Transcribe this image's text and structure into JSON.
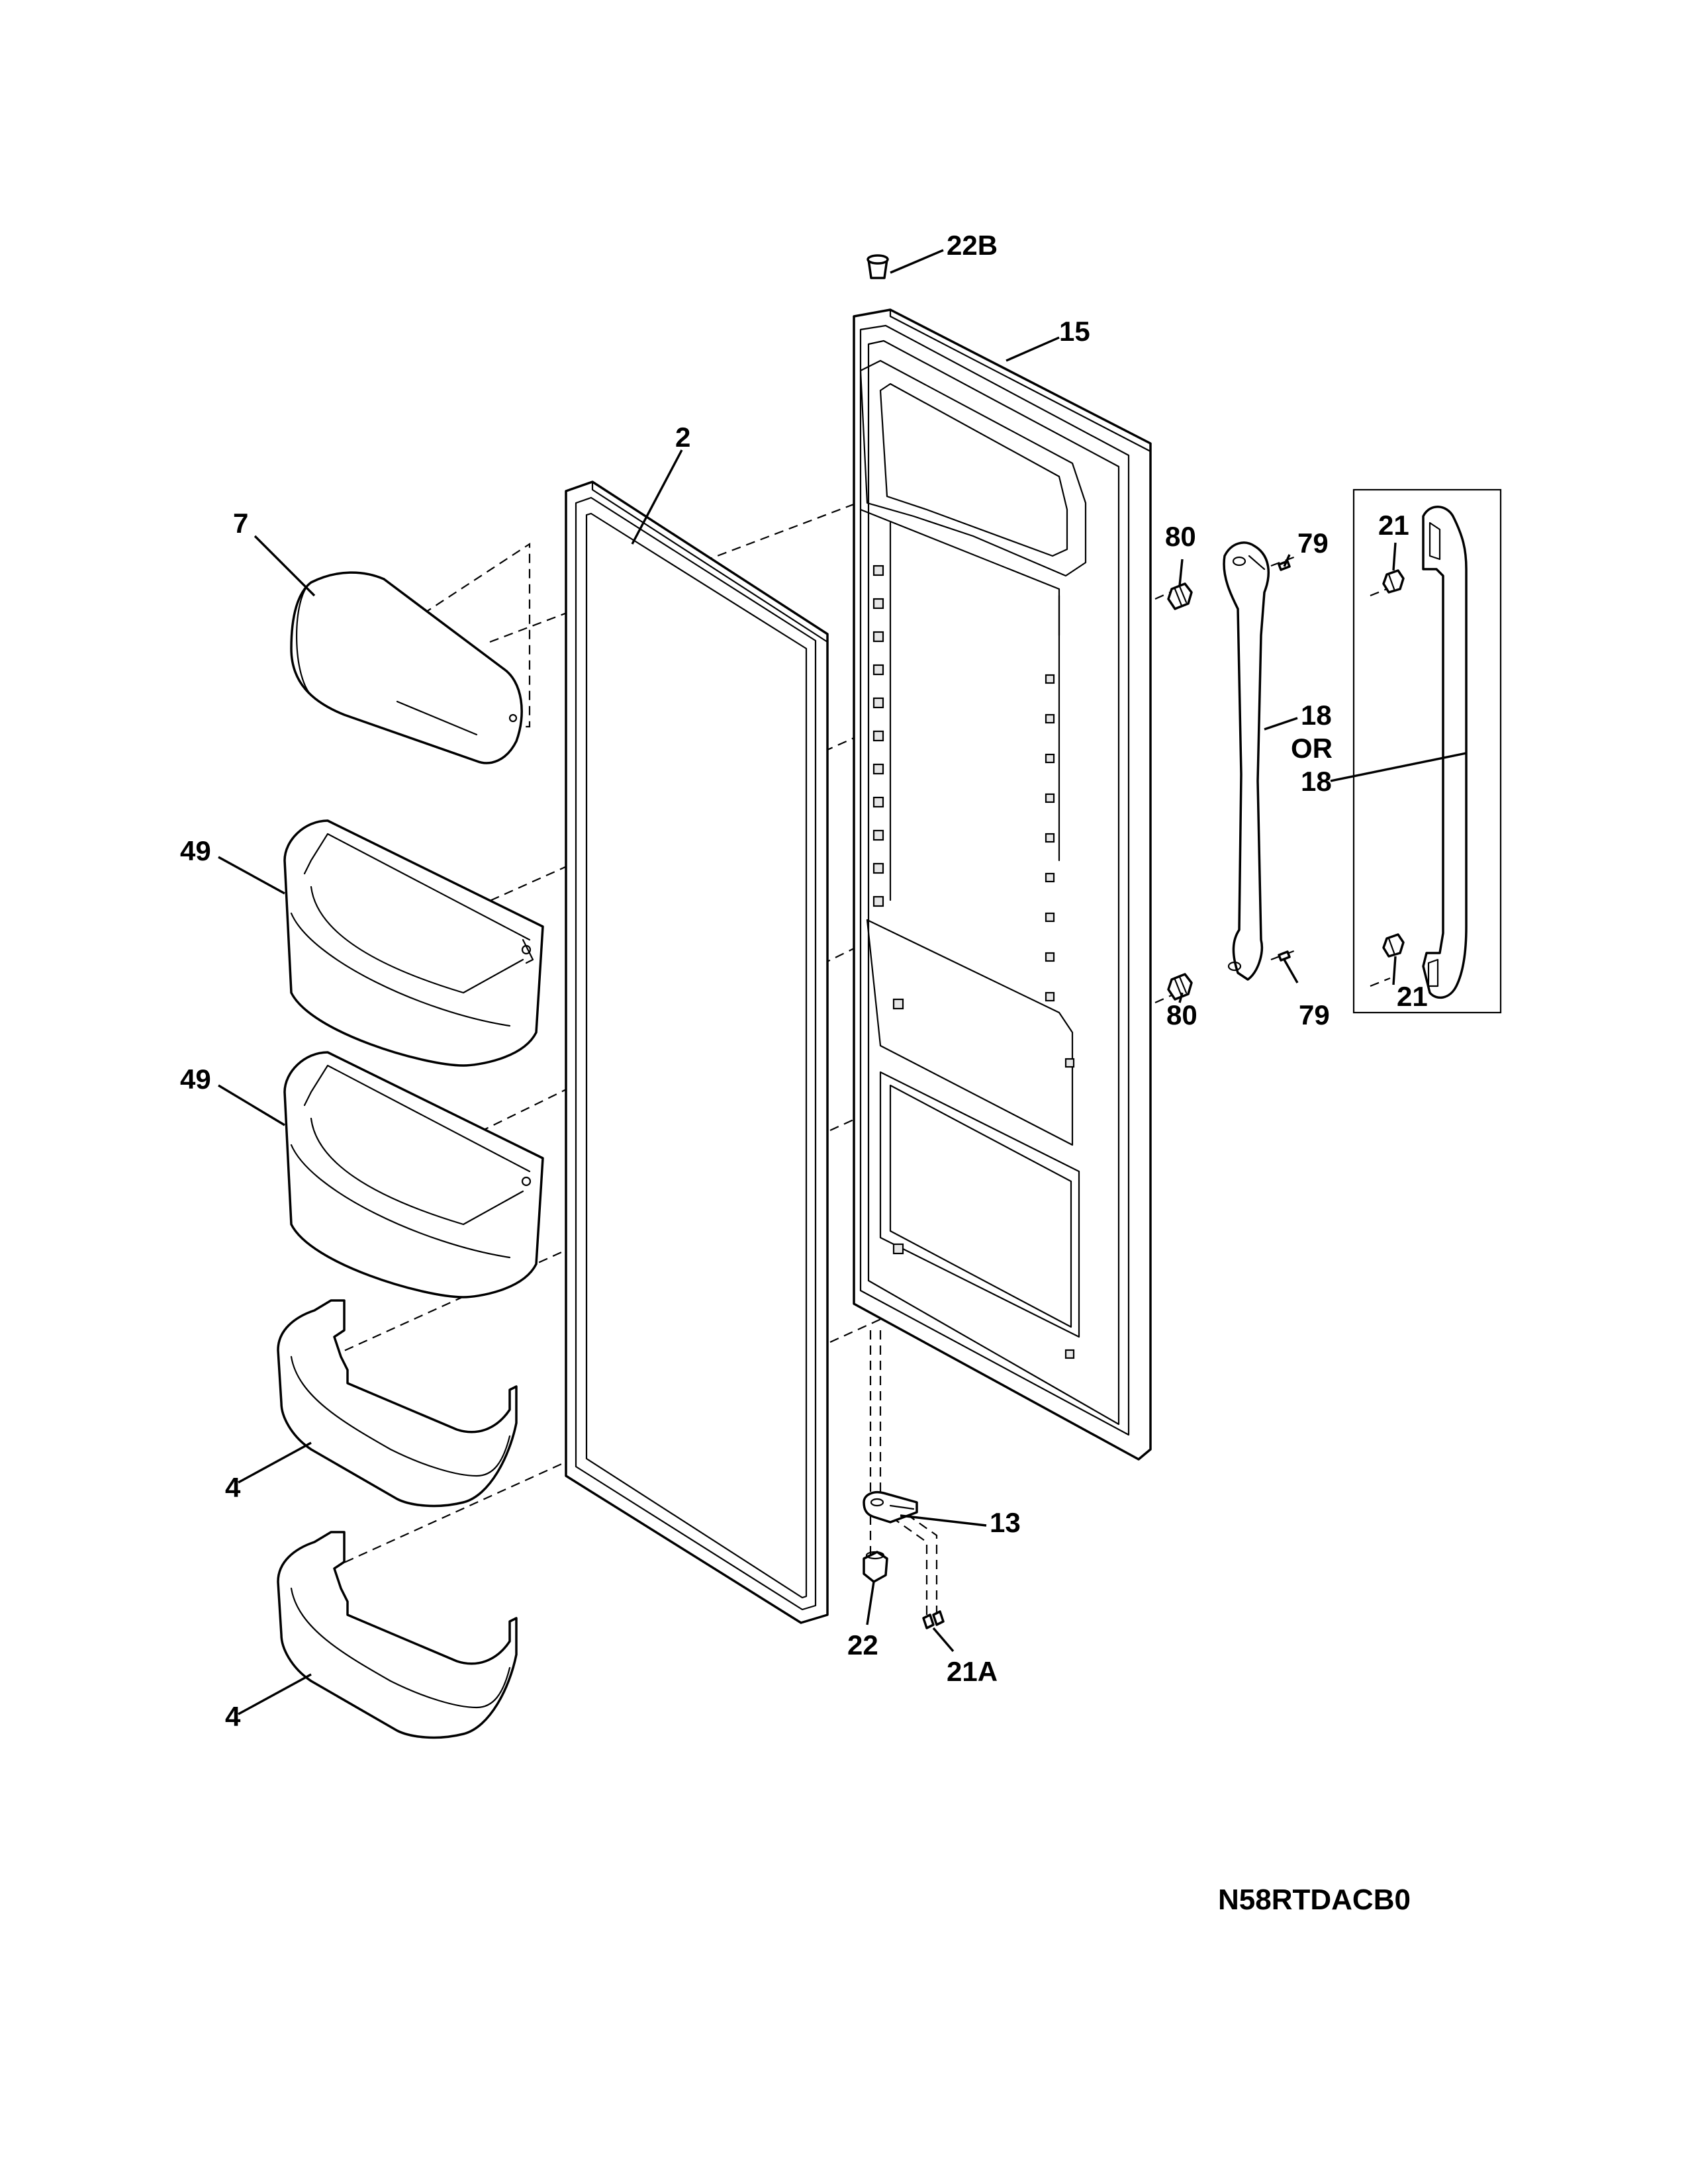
{
  "labels": {
    "l22b": "22B",
    "l15": "15",
    "l2": "2",
    "l7": "7",
    "l80a": "80",
    "l79a": "79",
    "l21a_top": "21",
    "l18a": "18",
    "lor": "OR",
    "l18b": "18",
    "l49a": "49",
    "l49b": "49",
    "l80b": "80",
    "l79b": "79",
    "l21_bot": "21",
    "l4a": "4",
    "l4b": "4",
    "l13": "13",
    "l22": "22",
    "l21A": "21A"
  },
  "diagram_code": "N58RTDACB0"
}
